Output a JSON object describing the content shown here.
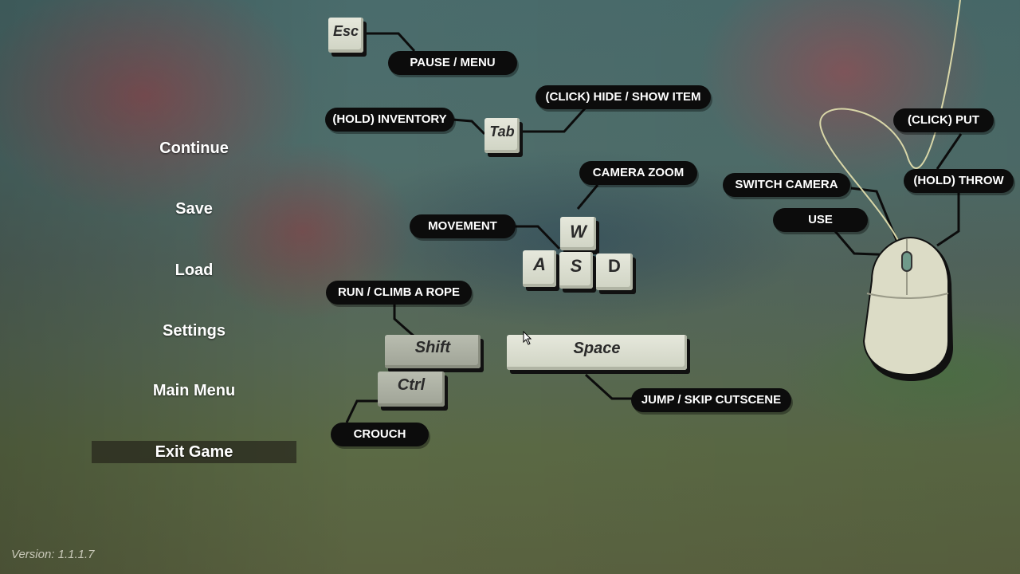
{
  "menu": {
    "continue": "Continue",
    "save": "Save",
    "load": "Load",
    "settings": "Settings",
    "main_menu": "Main Menu",
    "exit_game": "Exit Game"
  },
  "version": "Version: 1.1.1.7",
  "keys": {
    "esc": "Esc",
    "tab": "Tab",
    "w": "W",
    "a": "A",
    "s": "S",
    "d": "D",
    "shift": "Shift",
    "ctrl": "Ctrl",
    "space": "Space"
  },
  "labels": {
    "pause_menu": "PAUSE / MENU",
    "hold_inventory": "(HOLD) INVENTORY",
    "click_hide_show": "(CLICK) HIDE / SHOW ITEM",
    "camera_zoom": "CAMERA ZOOM",
    "movement": "MOVEMENT",
    "run_climb": "RUN / CLIMB A ROPE",
    "jump_skip": "JUMP / SKIP CUTSCENE",
    "crouch": "CROUCH",
    "click_put": "(CLICK) PUT",
    "hold_throw": "(HOLD) THROW",
    "switch_camera": "SWITCH CAMERA",
    "use": "USE"
  },
  "colors": {
    "pill_bg": "#0c0c0c",
    "key_face": "#e6e8dc",
    "menu_active_bg": "#28281e"
  }
}
